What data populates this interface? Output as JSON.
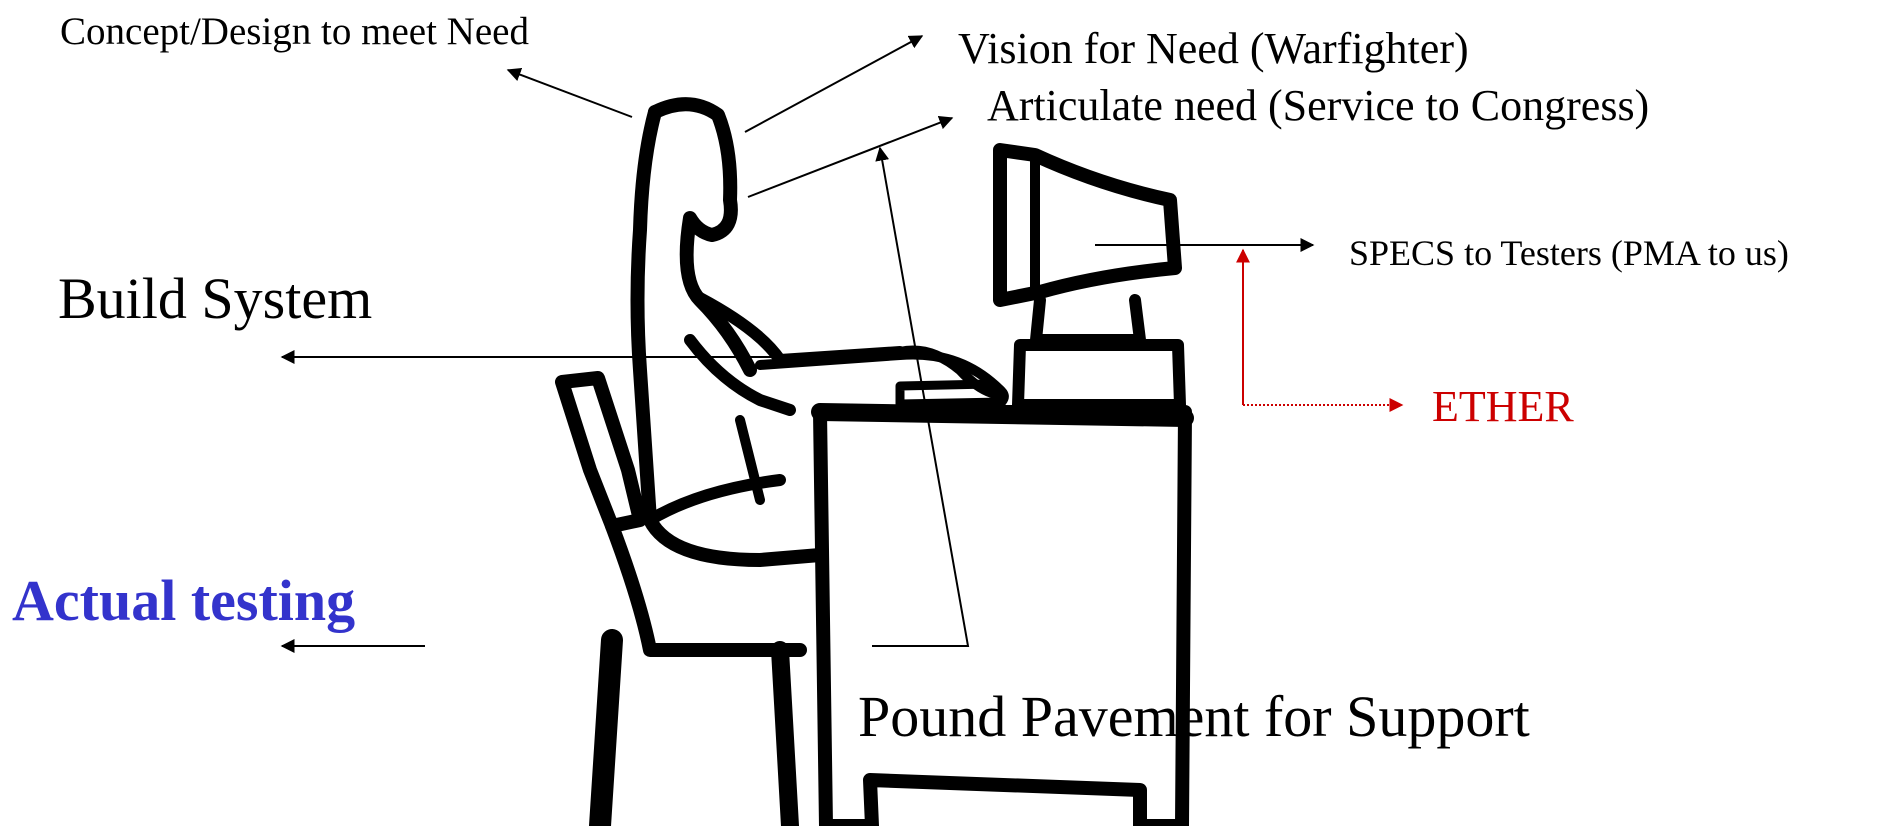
{
  "labels": {
    "concept": "Concept/Design to meet Need",
    "vision": "Vision for Need (Warfighter)",
    "articulate": "Articulate need (Service to Congress)",
    "specs": "SPECS to Testers (PMA to us)",
    "build": "Build System",
    "ether": "ETHER",
    "actual": "Actual testing",
    "pound": "Pound Pavement for Support"
  },
  "colors": {
    "ink": "#000000",
    "ether": "#cc0000",
    "actual": "#3333cc"
  }
}
